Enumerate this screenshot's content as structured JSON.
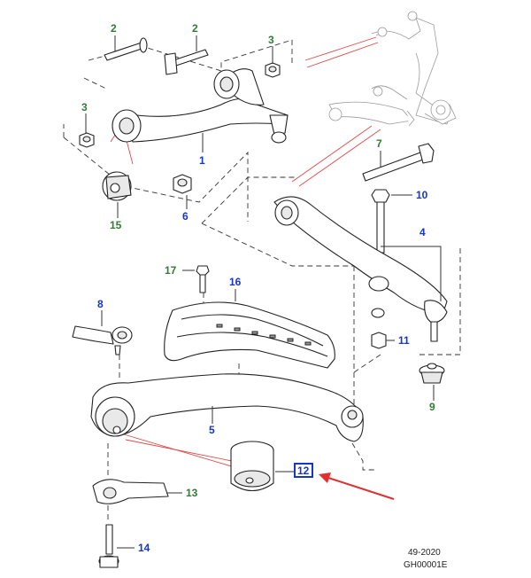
{
  "diagram": {
    "callouts": {
      "c1": "1",
      "c2a": "2",
      "c2b": "2",
      "c3a": "3",
      "c3b": "3",
      "c4": "4",
      "c5": "5",
      "c6": "6",
      "c7": "7",
      "c8": "8",
      "c9": "9",
      "c10": "10",
      "c11": "11",
      "c12": "12",
      "c13": "13",
      "c14": "14",
      "c15": "15",
      "c16": "16",
      "c17": "17"
    },
    "highlighted_part": "12",
    "footer": {
      "date_code": "49-2020",
      "drawing_id": "GH00001E"
    },
    "colors": {
      "callout_green": "#2e7d32",
      "callout_blue": "#1537c9",
      "arrow_red": "#e03030",
      "reference_lines": "#e04848"
    }
  }
}
